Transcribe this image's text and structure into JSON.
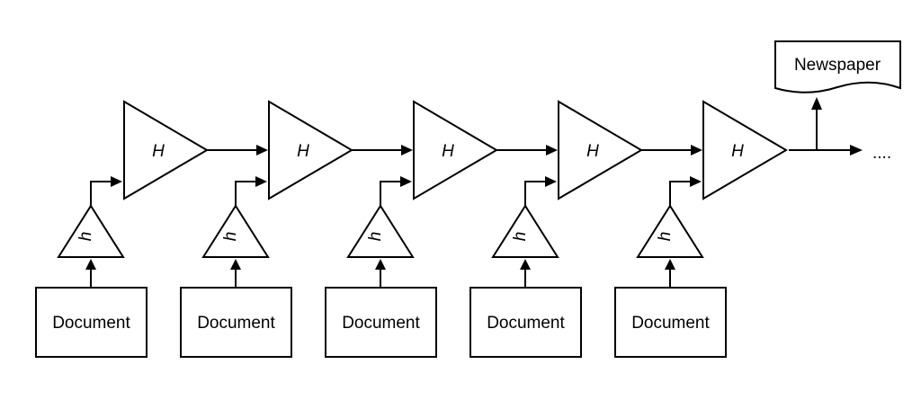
{
  "diagram": {
    "stages": [
      {
        "document_label": "Document",
        "local_hash_label": "h",
        "chain_hash_label": "H"
      },
      {
        "document_label": "Document",
        "local_hash_label": "h",
        "chain_hash_label": "H"
      },
      {
        "document_label": "Document",
        "local_hash_label": "h",
        "chain_hash_label": "H"
      },
      {
        "document_label": "Document",
        "local_hash_label": "h",
        "chain_hash_label": "H"
      },
      {
        "document_label": "Document",
        "local_hash_label": "h",
        "chain_hash_label": "H"
      }
    ],
    "output_label": "Newspaper",
    "continuation": "...."
  }
}
